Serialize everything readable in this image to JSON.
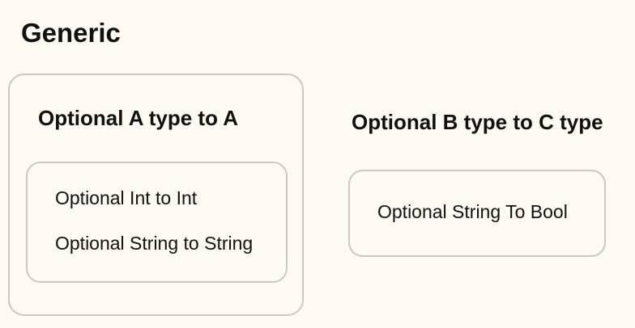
{
  "title": "Generic",
  "groups": [
    {
      "heading": "Optional A type to A",
      "items": [
        "Optional Int to Int",
        "Optional String to String"
      ]
    },
    {
      "heading": "Optional B type to C type",
      "items": [
        "Optional String To Bool"
      ]
    }
  ],
  "colors": {
    "background": "#fdfaf3",
    "border": "#c8c8c8",
    "text": "#111111"
  }
}
